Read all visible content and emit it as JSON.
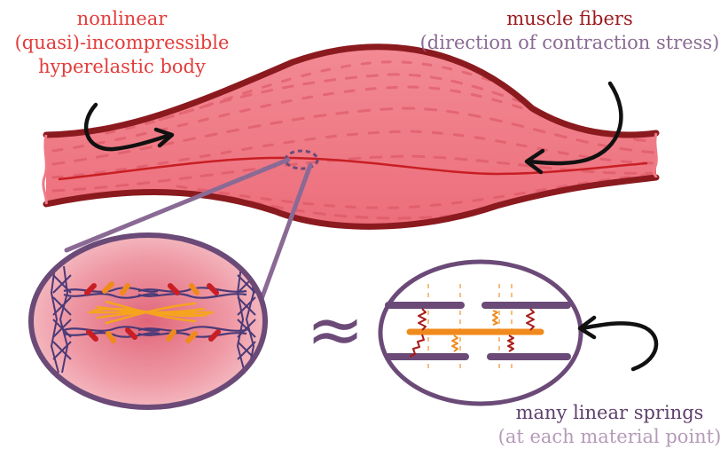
{
  "labels": {
    "body": {
      "line1": "nonlinear",
      "line2": "(quasi)-incompressible",
      "line3": "hyperelastic body"
    },
    "fibers": {
      "title": "muscle fibers",
      "subtitle": "(direction of contraction stress)"
    },
    "springs": {
      "title": "many linear springs",
      "subtitle": "(at each material point)"
    }
  },
  "approx_symbol": "≈",
  "colors": {
    "muscle_fill": "#ef7b86",
    "muscle_outline": "#8b1a1f",
    "fiber_line": "#c81e24",
    "body_label": "#e23c3a",
    "fiber_title": "#9b1b1f",
    "muted_purple": "#8a6a94",
    "dark_purple": "#6b4a78",
    "orange": "#f08a1c",
    "dark_red": "#a81a1a"
  }
}
